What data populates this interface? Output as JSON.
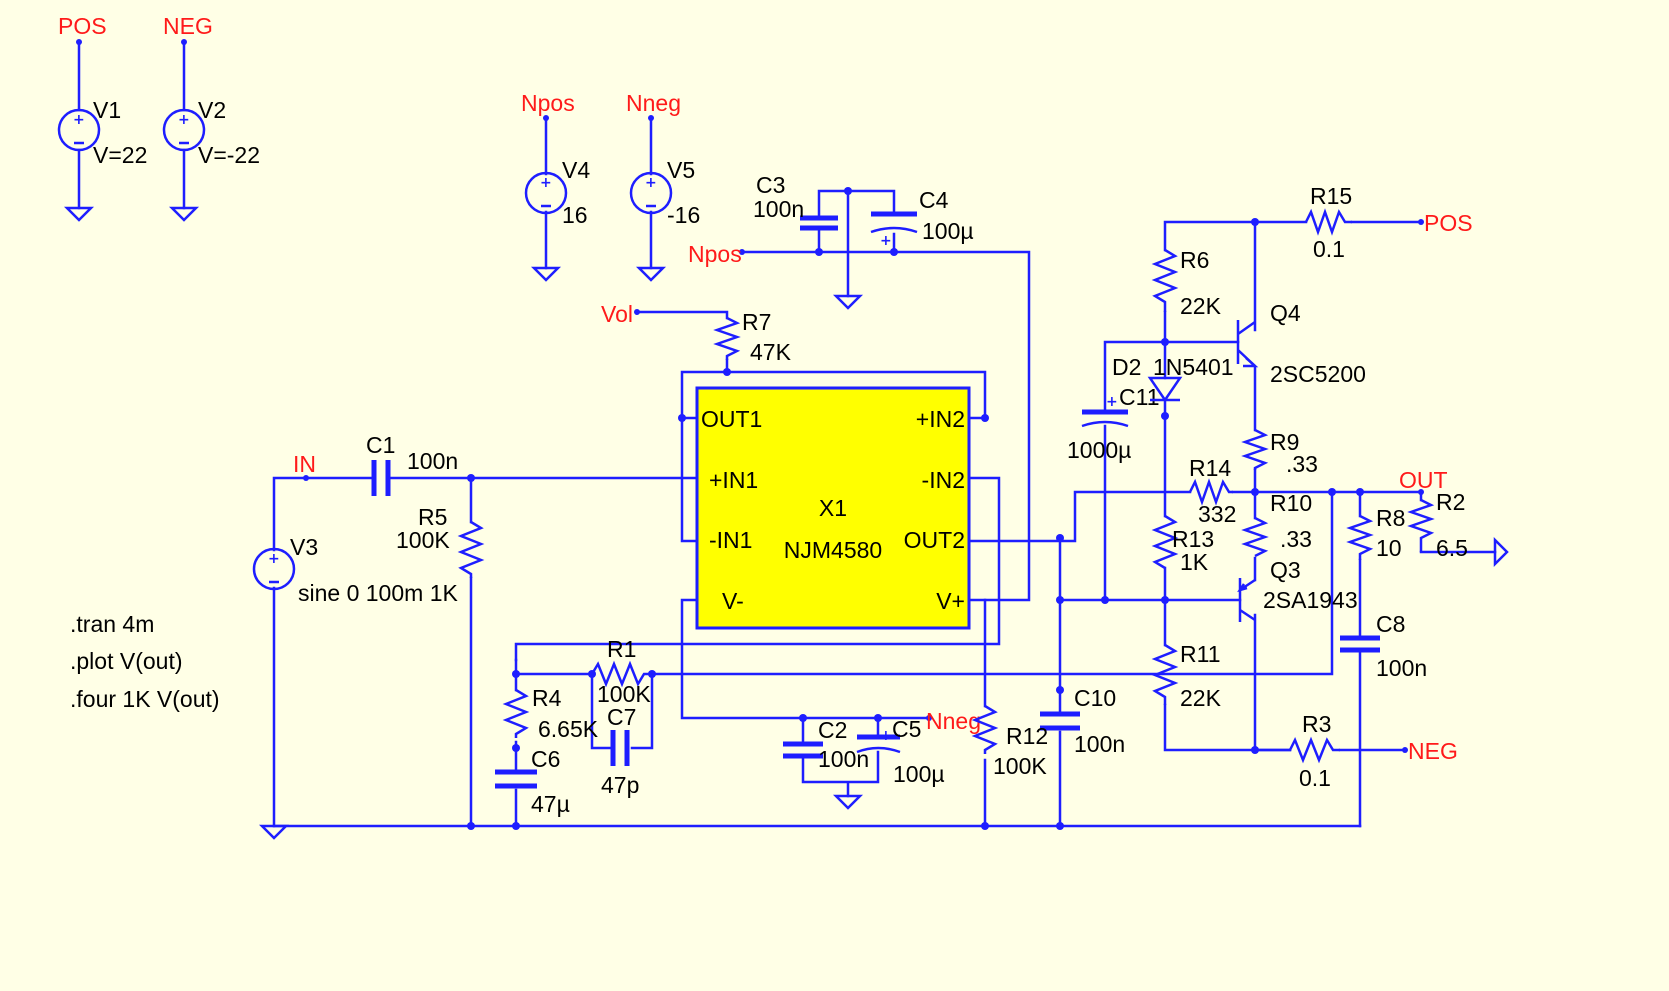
{
  "netlabels": {
    "pos": "POS",
    "neg": "NEG",
    "npos": "Npos",
    "nneg": "Nneg",
    "npos_c": "Npos",
    "vol": "Vol",
    "in": "IN",
    "pos_r15": "POS",
    "out": "OUT",
    "nneg_c5": "Nneg",
    "neg_r3": "NEG"
  },
  "sources": {
    "v1": {
      "name": "V1",
      "value": "V=22"
    },
    "v2": {
      "name": "V2",
      "value": "V=-22"
    },
    "v4": {
      "name": "V4",
      "value": "16"
    },
    "v5": {
      "name": "V5",
      "value": "-16"
    },
    "v3": {
      "name": "V3",
      "value": "sine 0 100m 1K"
    }
  },
  "components": {
    "c1": {
      "name": "C1",
      "value": "100n"
    },
    "c2": {
      "name": "C2",
      "value": "100n"
    },
    "c3": {
      "name": "C3",
      "value": "100n"
    },
    "c4": {
      "name": "C4",
      "value": "100µ"
    },
    "c5": {
      "name": "C5",
      "value": "100µ"
    },
    "c6": {
      "name": "C6",
      "value": "47µ"
    },
    "c7": {
      "name": "C7",
      "value": "47p"
    },
    "c8": {
      "name": "C8",
      "value": "100n"
    },
    "c10": {
      "name": "C10",
      "value": "100n"
    },
    "c11": {
      "name": "C11",
      "value": "1000µ"
    },
    "r1": {
      "name": "R1",
      "value": "100K"
    },
    "r2": {
      "name": "R2",
      "value": "6.5"
    },
    "r3": {
      "name": "R3",
      "value": "0.1"
    },
    "r4": {
      "name": "R4",
      "value": "6.65K"
    },
    "r5": {
      "name": "R5",
      "value": "100K"
    },
    "r6": {
      "name": "R6",
      "value": "22K"
    },
    "r7": {
      "name": "R7",
      "value": "47K"
    },
    "r8": {
      "name": "R8",
      "value": "10"
    },
    "r9": {
      "name": "R9",
      "value": ".33"
    },
    "r10": {
      "name": "R10",
      "value": ".33"
    },
    "r11": {
      "name": "R11",
      "value": "22K"
    },
    "r12": {
      "name": "R12",
      "value": "100K"
    },
    "r13": {
      "name": "R13",
      "value": "1K"
    },
    "r14": {
      "name": "R14",
      "value": "332"
    },
    "r15": {
      "name": "R15",
      "value": "0.1"
    },
    "d2": {
      "name": "D2",
      "value": "1N5401"
    },
    "q3": {
      "name": "Q3",
      "value": "2SA1943"
    },
    "q4": {
      "name": "Q4",
      "value": "2SC5200"
    }
  },
  "opamp": {
    "name": "X1",
    "part": "NJM4580",
    "pins": {
      "out1": "OUT1",
      "in1p": "+IN1",
      "in1n": "-IN1",
      "vminus": "V-",
      "in2p": "+IN2",
      "in2n": "-IN2",
      "out2": "OUT2",
      "vplus": "V+"
    }
  },
  "directives": [
    ".tran 4m",
    ".plot V(out)",
    ".four 1K V(out)"
  ],
  "colors": {
    "wire": "#1e1eff",
    "net_label": "#ff1a1a",
    "chip_fill": "#ffff00",
    "background": "#ffffe6"
  }
}
